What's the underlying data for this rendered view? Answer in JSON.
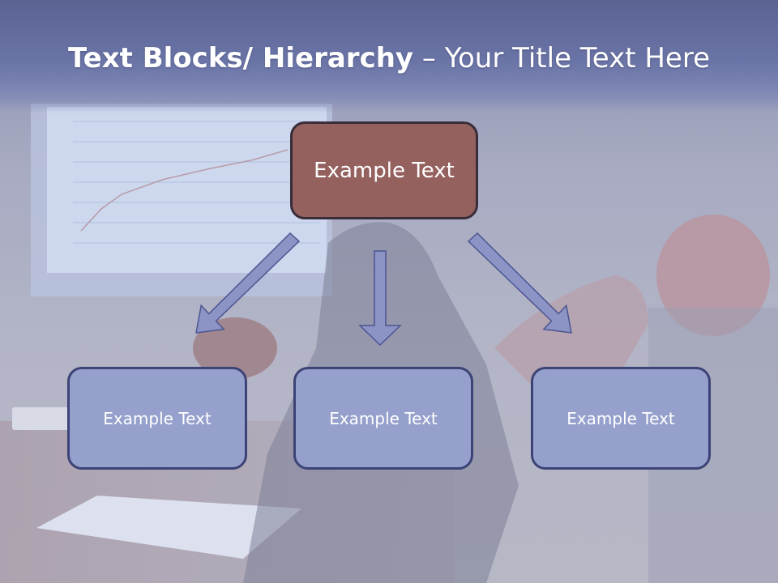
{
  "title": {
    "bold_part": "Text Blocks/ Hierarchy",
    "separator": " – ",
    "regular_part": "Your Title Text Here"
  },
  "diagram": {
    "top_box": {
      "label": "Example Text",
      "color": "#94615f"
    },
    "children": [
      {
        "label": "Example Text"
      },
      {
        "label": "Example Text"
      },
      {
        "label": "Example Text"
      }
    ],
    "child_color": "#96a0cc",
    "arrow_color": "#8b94c4"
  }
}
